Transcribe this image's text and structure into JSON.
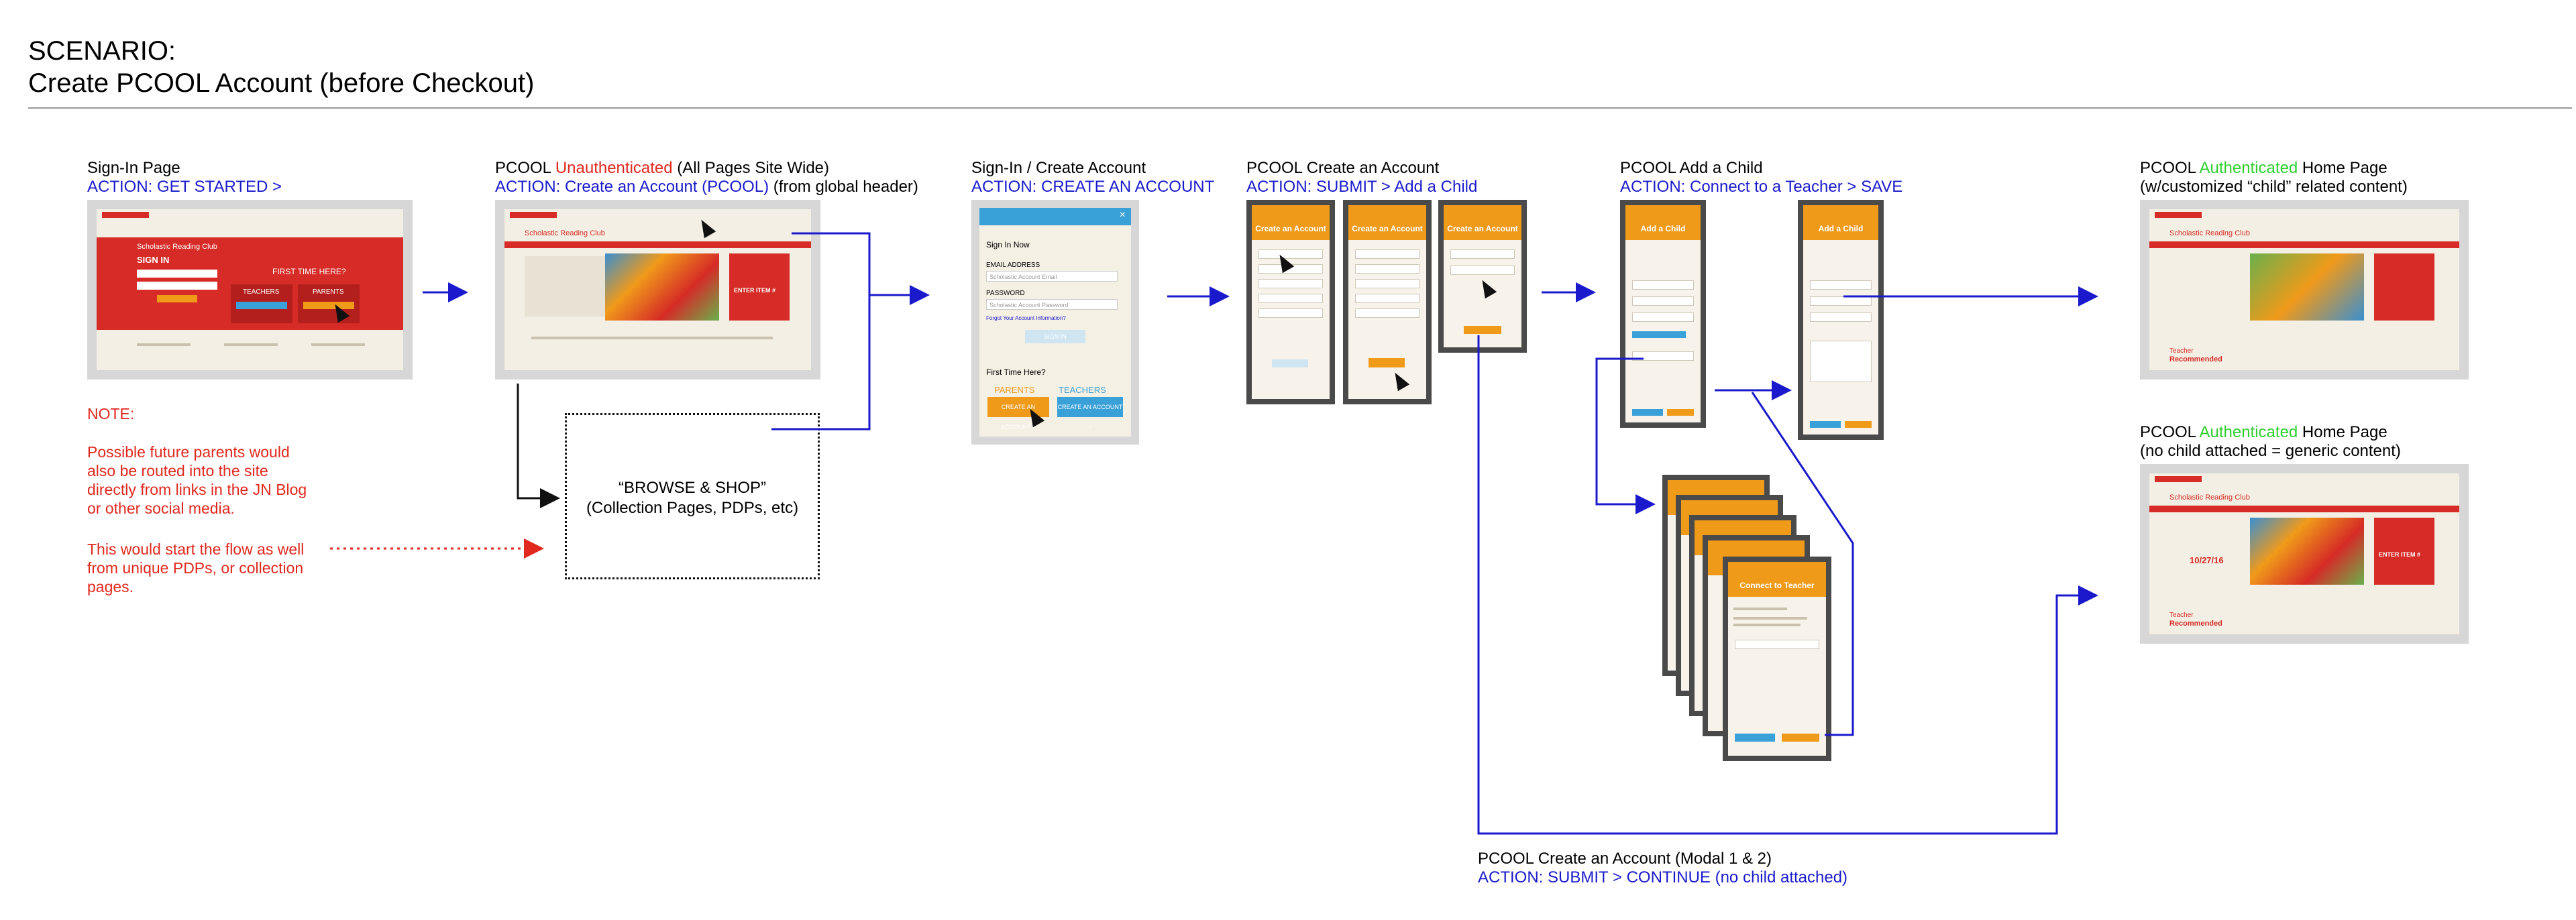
{
  "header": {
    "scenario_label": "SCENARIO:",
    "scenario_title": "Create PCOOL Account (before Checkout)"
  },
  "steps": {
    "signin": {
      "title": "Sign-In Page",
      "action": "ACTION: GET STARTED >"
    },
    "unauth": {
      "prefix": "PCOOL ",
      "status": "Unauthenticated",
      "suffix": " (All Pages Site Wide)",
      "action": "ACTION: Create an Account (PCOOL)",
      "action_note": " (from global header)"
    },
    "signin_create": {
      "title": "Sign-In / Create Account",
      "action": "ACTION: CREATE AN ACCOUNT"
    },
    "create_account": {
      "title": "PCOOL Create an Account",
      "action": "ACTION: SUBMIT > Add a Child"
    },
    "add_child": {
      "title": "PCOOL Add a Child",
      "action": "ACTION: Connect to a Teacher > SAVE"
    },
    "home_custom": {
      "prefix": "PCOOL ",
      "status": "Authenticated",
      "suffix": " Home Page",
      "sub": "(w/customized “child” related content)"
    },
    "home_generic": {
      "prefix": "PCOOL ",
      "status": "Authenticated",
      "suffix": " Home Page",
      "sub": "(no child attached = generic content)"
    },
    "modal12": {
      "title": "PCOOL Create an Account (Modal 1 & 2)",
      "action": "ACTION: SUBMIT > CONTINUE (no child attached)"
    }
  },
  "browse": {
    "line1": "“BROWSE & SHOP”",
    "line2": "(Collection Pages, PDPs, etc)"
  },
  "note": {
    "heading": "NOTE:",
    "para1": [
      "Possible future parents would",
      "also be routed into the site",
      "directly from links in the JN Blog",
      "or other social media."
    ],
    "para2": [
      "This would start the flow as well",
      "from unique PDPs, or collection",
      "pages."
    ]
  },
  "signin_modal": {
    "heading": "Sign In Now",
    "email_label": "EMAIL ADDRESS",
    "email_placeholder": "Scholastic Account Email",
    "password_label": "PASSWORD",
    "password_placeholder": "Scholastic Account Password",
    "forgot": "Forgot Your Account Information?",
    "signin_button": "SIGN IN",
    "first_time": "First Time Here?",
    "parents_label": "PARENTS",
    "teachers_label": "TEACHERS",
    "parents_button": "CREATE AN ACCOUNT >",
    "teachers_button": "CREATE AN ACCOUNT >"
  },
  "thumbs": {
    "signin_club": "Scholastic Reading Club",
    "signin_heading": "SIGN IN",
    "first_time": "FIRST TIME HERE?",
    "teachers": "TEACHERS",
    "parents": "PARENTS",
    "create_account": "Create an Account",
    "add_a_child": "Add a Child",
    "connect_teacher": "Connect to Teacher",
    "teacher_recommended": "Recommended",
    "teacher_label": "Teacher",
    "date": "10/27/16",
    "enter_item": "ENTER ITEM #"
  },
  "colors": {
    "action_blue": "#1a1acc",
    "note_red": "#e0281e",
    "status_green": "#2fcf2f",
    "scholastic_red": "#d62b26",
    "modal_orange": "#f09a1a",
    "teacher_blue": "#3aa0d8"
  }
}
